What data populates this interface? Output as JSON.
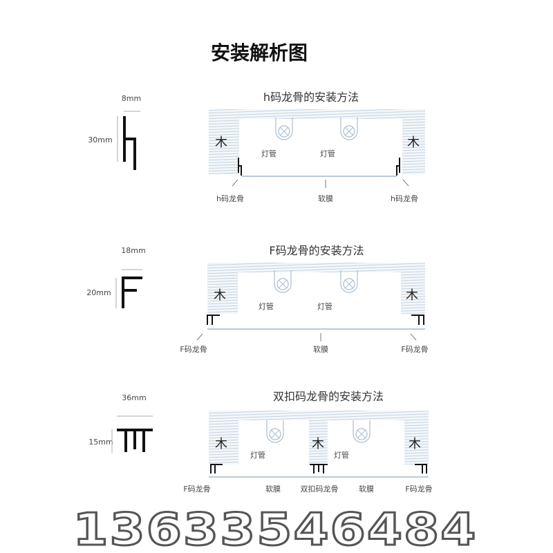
{
  "title": "安装解析图",
  "wood_label": "木",
  "sections": [
    {
      "title": "h码龙骨的安装方法",
      "width_dim": "8mm",
      "height_dim": "30mm",
      "lamp_label": "灯管",
      "left_label": "h码龙骨",
      "membrane_label": "软膜",
      "right_label": "h码龙骨"
    },
    {
      "title": "F码龙骨的安装方法",
      "width_dim": "18mm",
      "height_dim": "20mm",
      "lamp_label": "灯管",
      "left_label": "F码龙骨",
      "membrane_label": "软膜",
      "right_label": "F码龙骨"
    },
    {
      "title": "双扣码龙骨的安装方法",
      "width_dim": "36mm",
      "height_dim": "15mm",
      "lamp_label": "灯管",
      "left_label": "F码龙骨",
      "membrane_label": "软膜",
      "middle_label": "双扣码龙骨",
      "right_label": "F码龙骨"
    }
  ],
  "watermark_phone": "13633546484",
  "colors": {
    "hatch": "#c3d2e0",
    "profile": "#111111",
    "membrane": "#b8cadb"
  }
}
